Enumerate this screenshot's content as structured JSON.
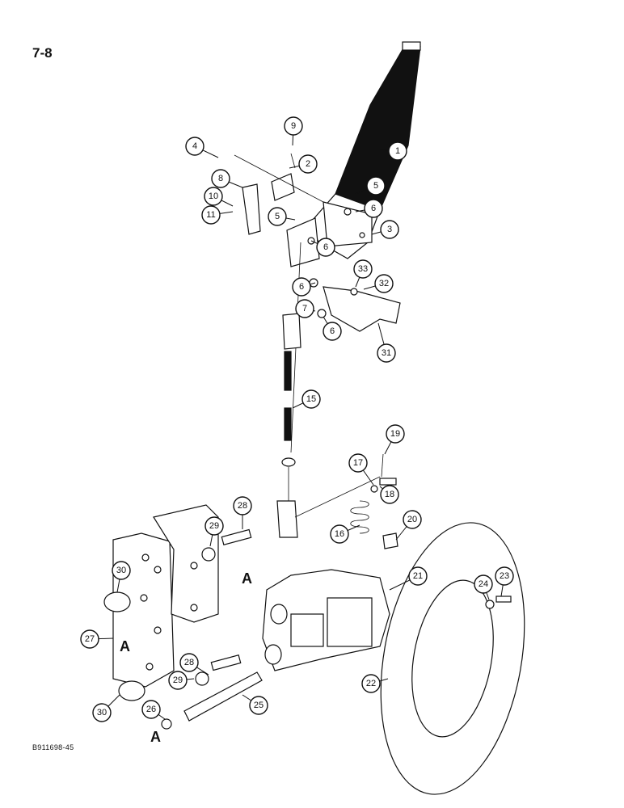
{
  "page_number": "7-8",
  "figure_code": "B911698-45",
  "section_letter": "A",
  "callouts": [
    "1",
    "2",
    "3",
    "4",
    "5",
    "5",
    "6",
    "6",
    "6",
    "6",
    "7",
    "8",
    "9",
    "10",
    "11",
    "15",
    "16",
    "17",
    "18",
    "19",
    "20",
    "21",
    "22",
    "23",
    "24",
    "25",
    "26",
    "27",
    "28",
    "28",
    "29",
    "29",
    "30",
    "30",
    "31",
    "32",
    "33"
  ]
}
